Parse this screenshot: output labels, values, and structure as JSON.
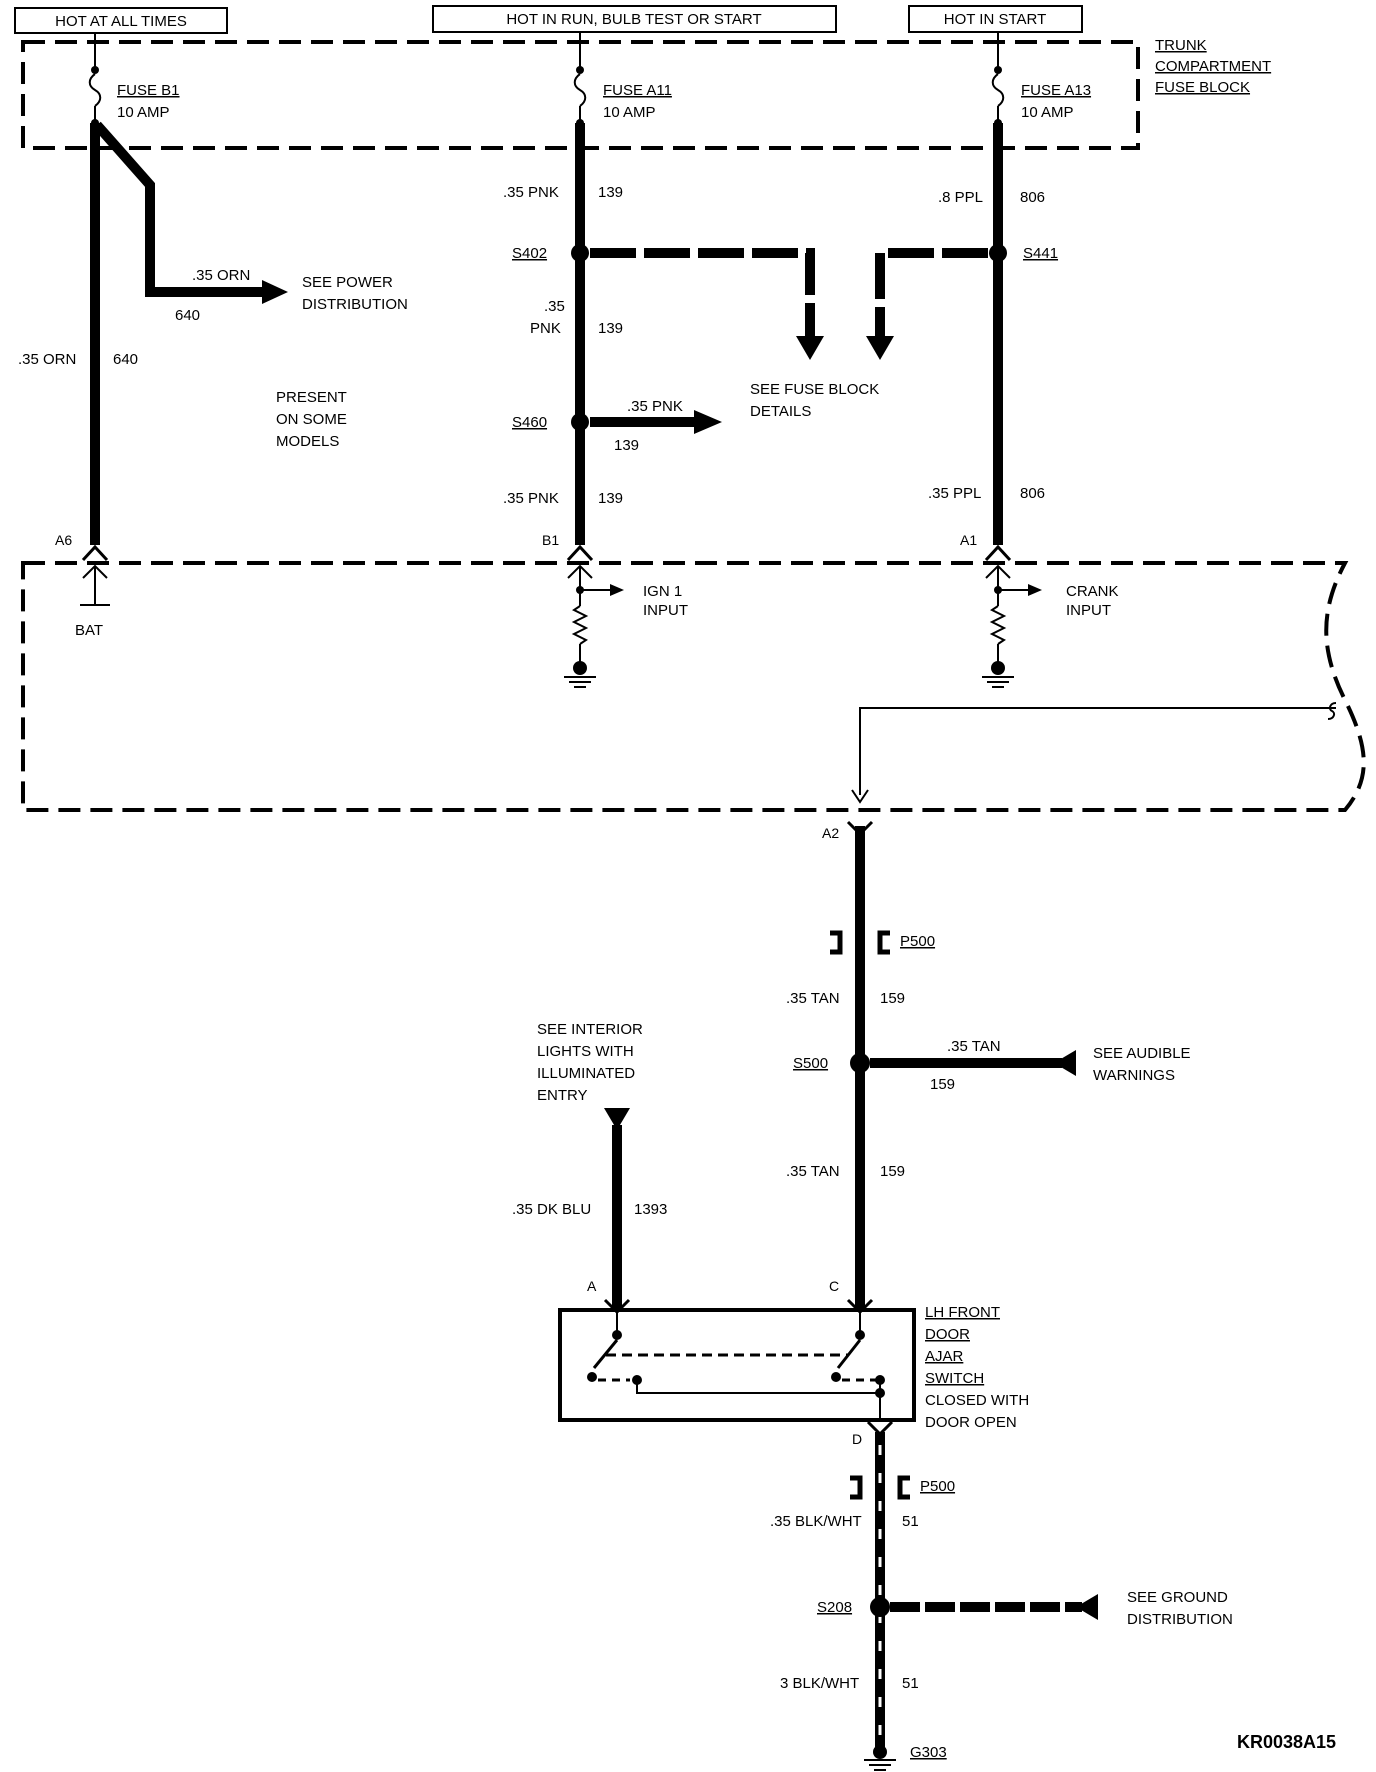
{
  "headers": {
    "hot_at_all_times": "HOT AT ALL TIMES",
    "hot_in_run": "HOT IN RUN,  BULB TEST OR START",
    "hot_in_start": "HOT IN START"
  },
  "fuse_block": {
    "line1": "TRUNK",
    "line2": "COMPARTMENT",
    "line3": "FUSE BLOCK"
  },
  "fuses": {
    "b1": {
      "name": "FUSE B1",
      "rating": "10 AMP"
    },
    "a11": {
      "name": "FUSE A11",
      "rating": "10 AMP"
    },
    "a13": {
      "name": "FUSE A13",
      "rating": "10 AMP"
    }
  },
  "wires": {
    "pnk_139_top": {
      "gauge": ".35 PNK",
      "circuit": "139"
    },
    "ppl_806_top": {
      "gauge": ".8 PPL",
      "circuit": "806"
    },
    "orn_branch": {
      "gauge": ".35 ORN",
      "circuit": "640"
    },
    "orn_main": {
      "gauge": ".35 ORN",
      "circuit": "640"
    },
    "pnk_139_mid": {
      "gauge_l1": ".35",
      "gauge_l2": "PNK",
      "circuit": "139"
    },
    "pnk_139_branch": {
      "gauge": ".35 PNK",
      "circuit": "139"
    },
    "pnk_139_low": {
      "gauge": ".35 PNK",
      "circuit": "139"
    },
    "ppl_806_low": {
      "gauge": ".35 PPL",
      "circuit": "806"
    },
    "tan_159_a": {
      "gauge": ".35 TAN",
      "circuit": "159"
    },
    "tan_159_branch": {
      "gauge": ".35 TAN",
      "circuit": "159"
    },
    "tan_159_b": {
      "gauge": ".35 TAN",
      "circuit": "159"
    },
    "dkblu_1393": {
      "gauge": ".35 DK BLU",
      "circuit": "1393"
    },
    "blkwht_51_a": {
      "gauge": ".35 BLK/WHT",
      "circuit": "51"
    },
    "blkwht_51_b": {
      "gauge": "3 BLK/WHT",
      "circuit": "51"
    }
  },
  "splices": {
    "s402": "S402",
    "s441": "S441",
    "s460": "S460",
    "s500": "S500",
    "s208": "S208"
  },
  "connectors": {
    "p500_a": "P500",
    "p500_b": "P500"
  },
  "pins": {
    "a6": "A6",
    "b1": "B1",
    "a1": "A1",
    "a2": "A2",
    "a": "A",
    "c": "C",
    "d": "D"
  },
  "notes": {
    "see_power_dist": {
      "l1": "SEE POWER",
      "l2": "DISTRIBUTION"
    },
    "present_some": {
      "l1": "PRESENT",
      "l2": "ON SOME",
      "l3": "MODELS"
    },
    "see_fuse_block": {
      "l1": "SEE FUSE BLOCK",
      "l2": "DETAILS"
    },
    "see_interior": {
      "l1": "SEE INTERIOR",
      "l2": "LIGHTS WITH",
      "l3": "ILLUMINATED",
      "l4": "ENTRY"
    },
    "see_audible": {
      "l1": "SEE AUDIBLE",
      "l2": "WARNINGS"
    },
    "see_ground": {
      "l1": "SEE GROUND",
      "l2": "DISTRIBUTION"
    }
  },
  "module": {
    "bat": "BAT",
    "ign1": {
      "l1": "IGN 1",
      "l2": "INPUT"
    },
    "crank": {
      "l1": "CRANK",
      "l2": "INPUT"
    }
  },
  "switch": {
    "l1": "LH FRONT",
    "l2": "DOOR",
    "l3": "AJAR",
    "l4": "SWITCH",
    "l5": "CLOSED WITH",
    "l6": "DOOR OPEN"
  },
  "ground": "G303",
  "diagram_id": "KR0038A15"
}
